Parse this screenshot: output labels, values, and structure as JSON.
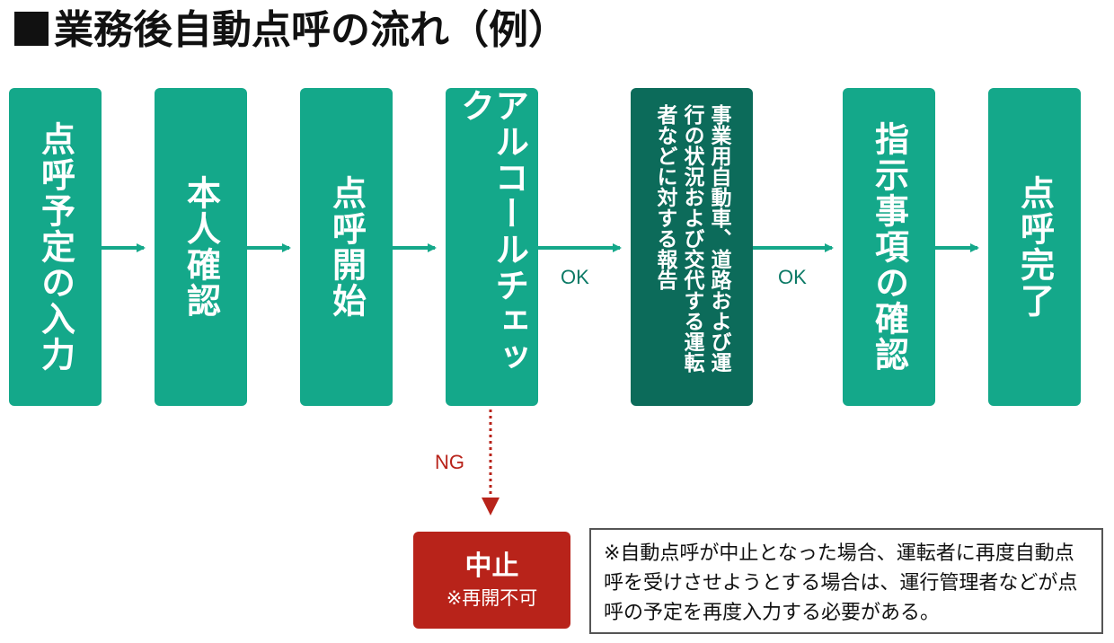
{
  "title": "業務後自動点呼の流れ（例）",
  "steps": [
    {
      "label": "点呼予定の入力"
    },
    {
      "label": "本人確認"
    },
    {
      "label": "点呼開始"
    },
    {
      "label": "アルコールチェック"
    },
    {
      "label": "事業用自動車、道路および運行の状況および交代する運転者などに対する報告"
    },
    {
      "label": "指示事項の確認"
    },
    {
      "label": "点呼完了"
    }
  ],
  "branch_labels": {
    "ok1": "OK",
    "ok2": "OK",
    "ng": "NG"
  },
  "stop": {
    "label": "中止",
    "note": "※再開不可"
  },
  "note": "※自動点呼が中止となった場合、運転者に再度自動点呼を受けさせようとする場合は、運行管理者などが点呼の予定を再度入力する必要がある。",
  "colors": {
    "step": "#14a88a",
    "report_step": "#0c6b5a",
    "stop": "#b8231a",
    "arrow": "#14a88a",
    "ng_arrow": "#b8231a"
  }
}
